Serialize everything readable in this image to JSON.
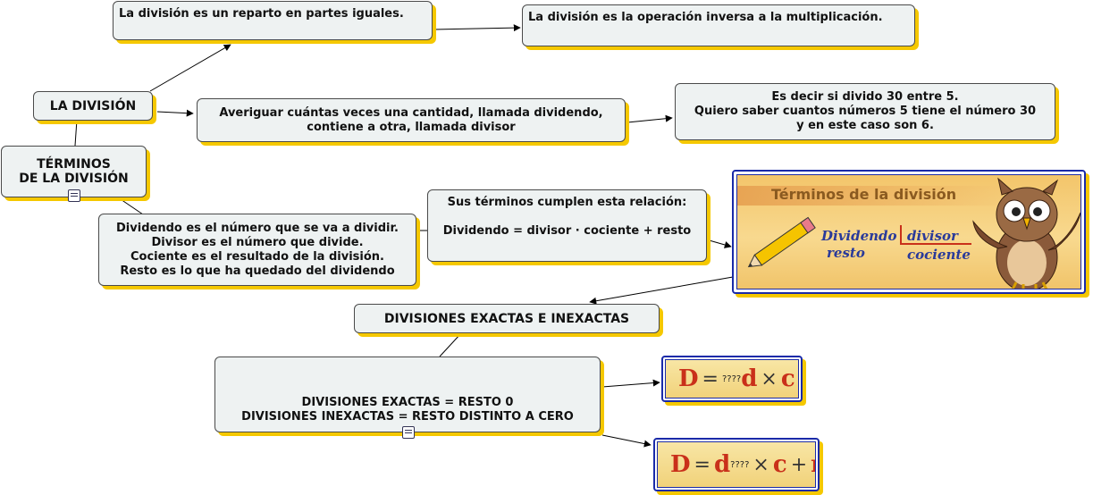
{
  "nodes": {
    "la_division": "LA DIVISIÓN",
    "reparto": "La división es un reparto en partes iguales.",
    "inversa": "La división es la operación inversa a la multiplicación.",
    "averiguar": [
      "Averiguar cuántas veces una cantidad, llamada dividendo,",
      "contiene a otra, llamada divisor"
    ],
    "ejemplo": [
      "Es decir si divido 30 entre 5.",
      "Quiero saber cuantos números 5 tiene el número 30",
      "y en este caso son 6."
    ],
    "terminos": [
      "TÉRMINOS",
      "DE LA DIVISIÓN"
    ],
    "definiciones": [
      "Dividendo es el número que se va a dividir.",
      "Divisor es el número que divide.",
      "Cociente es el resultado de la división.",
      "Resto es lo que ha quedado del dividendo"
    ],
    "relacion": [
      "Sus términos cumplen esta relación:",
      "Dividendo = divisor · cociente + resto"
    ],
    "exactas_title": "DIVISIONES EXACTAS E INEXACTAS",
    "exactas_body": [
      "DIVISIONES EXACTAS = RESTO 0",
      "DIVISIONES INEXACTAS = RESTO DISTINTO A CERO"
    ]
  },
  "image_terms": {
    "title": "Términos de la división",
    "dividendo": "Dividendo",
    "resto": "resto",
    "divisor": "divisor",
    "cociente": "cociente"
  },
  "formula_exacta": {
    "D": "D",
    "eq": "=",
    "q": "????",
    "d": "d",
    "times": "×",
    "c": "c"
  },
  "formula_inexacta": {
    "D": "D",
    "eq": "=",
    "d": "d",
    "q": "????",
    "times": "×",
    "c": "c",
    "plus": "+",
    "r": "r"
  },
  "colors": {
    "node_bg": "#eef2f2",
    "shadow": "#f5c800",
    "frame": "#1a2aa8",
    "formula_red": "#c9301a"
  }
}
